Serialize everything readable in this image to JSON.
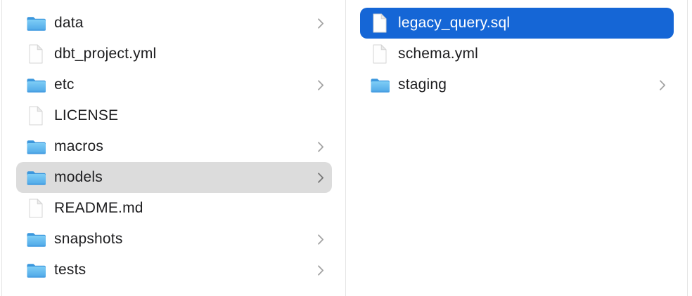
{
  "colors": {
    "selection_blue": "#1566d6",
    "selection_gray": "#dcdcdc",
    "divider": "#e4e4e4",
    "text": "#1d1d1f",
    "selected_text": "#ffffff",
    "folder_blue_top": "#7ecdf6",
    "folder_blue_bottom": "#4aa4e8",
    "folder_tab": "#3b97dd"
  },
  "icons": {
    "folder": "folder-icon",
    "file": "file-icon",
    "chevron": "chevron-right-icon"
  },
  "columns": [
    {
      "name": "left-column",
      "items": [
        {
          "label": "data",
          "type": "folder",
          "chevron": true,
          "selected": false,
          "selection_style": null
        },
        {
          "label": "dbt_project.yml",
          "type": "file",
          "chevron": false,
          "selected": false,
          "selection_style": null
        },
        {
          "label": "etc",
          "type": "folder",
          "chevron": true,
          "selected": false,
          "selection_style": null
        },
        {
          "label": "LICENSE",
          "type": "file",
          "chevron": false,
          "selected": false,
          "selection_style": null
        },
        {
          "label": "macros",
          "type": "folder",
          "chevron": true,
          "selected": false,
          "selection_style": null
        },
        {
          "label": "models",
          "type": "folder",
          "chevron": true,
          "selected": true,
          "selection_style": "gray"
        },
        {
          "label": "README.md",
          "type": "file",
          "chevron": false,
          "selected": false,
          "selection_style": null
        },
        {
          "label": "snapshots",
          "type": "folder",
          "chevron": true,
          "selected": false,
          "selection_style": null
        },
        {
          "label": "tests",
          "type": "folder",
          "chevron": true,
          "selected": false,
          "selection_style": null
        }
      ]
    },
    {
      "name": "right-column",
      "items": [
        {
          "label": "legacy_query.sql",
          "type": "file",
          "chevron": false,
          "selected": true,
          "selection_style": "blue"
        },
        {
          "label": "schema.yml",
          "type": "file",
          "chevron": false,
          "selected": false,
          "selection_style": null
        },
        {
          "label": "staging",
          "type": "folder",
          "chevron": true,
          "selected": false,
          "selection_style": null
        }
      ]
    }
  ]
}
